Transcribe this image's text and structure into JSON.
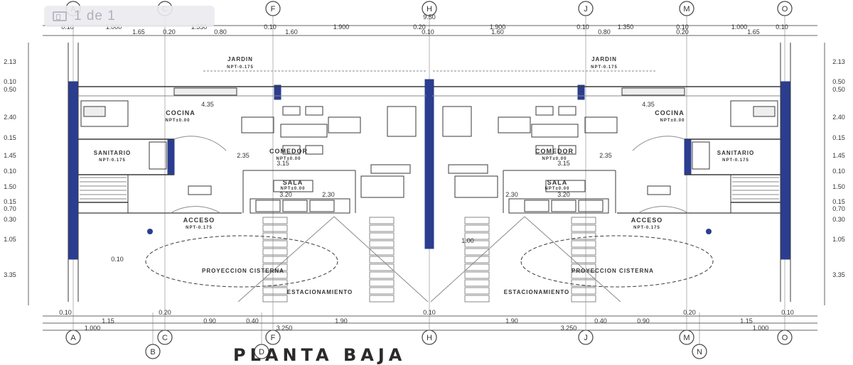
{
  "viewer": {
    "page_indicator": "1 de 1",
    "icon": "page-thumbnail-icon"
  },
  "drawing": {
    "title": "PLANTA BAJA",
    "axes_top": [
      "A",
      "C",
      "F",
      "H",
      "J",
      "M",
      "O"
    ],
    "axes_bottom": [
      "A",
      "C",
      "F",
      "H",
      "J",
      "M",
      "O"
    ],
    "axes_bottom_lower": [
      "B",
      "D",
      "N"
    ],
    "top_dims_row1": [
      "9.50",
      "0.10",
      "1.000",
      "1.550",
      "0.10",
      "1.900",
      "0.20",
      "1.900",
      "0.10",
      "1.350",
      "0.10",
      "1.000",
      "0.10"
    ],
    "top_dims_row2": [
      "1.65",
      "0.20",
      "0.80",
      "1.60",
      "0.10",
      "1.60",
      "0.80",
      "0.20",
      "1.65"
    ],
    "left_dims": [
      "2.13",
      "0.10",
      "0.50",
      "2.40",
      "0.15",
      "1.45",
      "0.10",
      "1.50",
      "0.15",
      "0.70",
      "0.30",
      "1.05",
      "3.35"
    ],
    "right_dims": [
      "2.13",
      "0.50",
      "0.50",
      "2.40",
      "0.15",
      "1.45",
      "0.10",
      "1.50",
      "0.15",
      "0.70",
      "0.30",
      "1.05",
      "3.35"
    ],
    "bottom_dims_row1": [
      "0.10",
      "0.20",
      "0.10",
      "0.20",
      "0.10"
    ],
    "bottom_dims_row2": [
      "1.15",
      "0.90",
      "0.40",
      "1.90",
      "1.90",
      "0.40",
      "0.90",
      "1.15"
    ],
    "bottom_dims_row3": [
      "1.000",
      "3.250",
      "3.250",
      "1.000"
    ],
    "rooms": {
      "jardin": "JARDIN",
      "jardin_level": "NPT-0.175",
      "cocina": "COCINA",
      "cocina_level": "NPT±0.00",
      "comedor": "COMEDOR",
      "comedor_level": "NPT±0.00",
      "sanitario": "SANITARIO",
      "sanitario_level": "NPT-0.175",
      "sala": "SALA",
      "sala_level": "NPT±0.00",
      "acceso": "ACCESO",
      "acceso_level": "NPT-0.175",
      "cisterna": "PROYECCION CISTERNA",
      "estacionamiento": "ESTACIONAMIENTO"
    },
    "room_dims": [
      "4.35",
      "2.35",
      "3.15",
      "3.20",
      "2.30",
      "0.10",
      "1.00"
    ],
    "colors": {
      "wall_blue": "#2b3d8f",
      "line_dark": "#3a3a3a",
      "line_light": "#8a8a8a",
      "grid_gray": "#b5b5b5"
    }
  }
}
